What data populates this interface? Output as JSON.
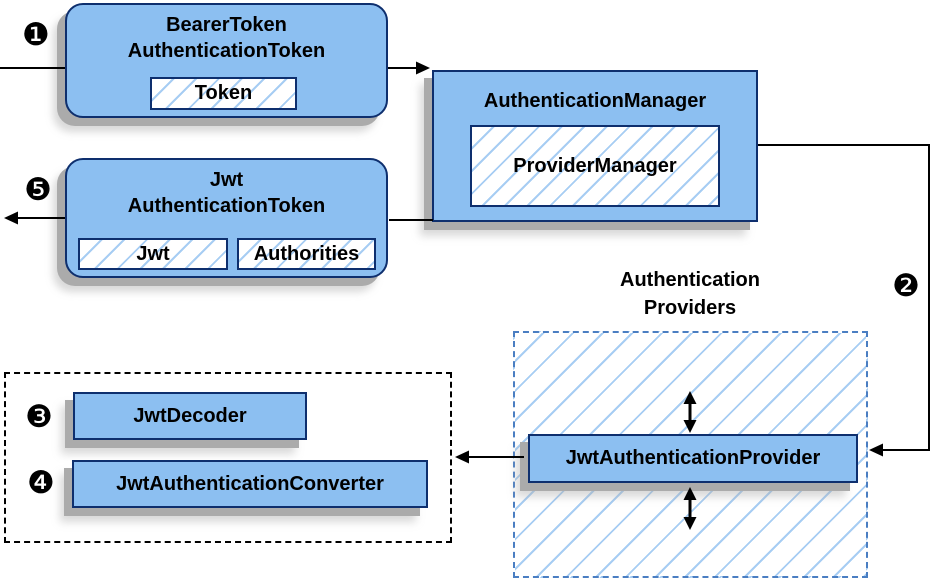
{
  "badges": {
    "step1": "❶",
    "step2": "❷",
    "step3": "❸",
    "step4": "❹",
    "step5": "❺"
  },
  "boxes": {
    "bearer": {
      "title_line1": "BearerToken",
      "title_line2": "AuthenticationToken",
      "field_token": "Token"
    },
    "manager": {
      "title": "AuthenticationManager",
      "field_provider_manager": "ProviderManager"
    },
    "jwt": {
      "title_line1": "Jwt",
      "title_line2": "AuthenticationToken",
      "field_jwt": "Jwt",
      "field_authorities": "Authorities"
    },
    "providers_group": {
      "label_line1": "Authentication",
      "label_line2": "Providers",
      "provider": "JwtAuthenticationProvider"
    },
    "decoder": "JwtDecoder",
    "converter": "JwtAuthenticationConverter"
  },
  "colors": {
    "box_fill": "#8cbff1",
    "box_border": "#0e2f6e",
    "hatch_line": "#a7cdf3",
    "dashed_blue": "#4a7ec2",
    "dashed_black": "#000000",
    "shadow": "#ababab",
    "arrow": "#000000"
  }
}
